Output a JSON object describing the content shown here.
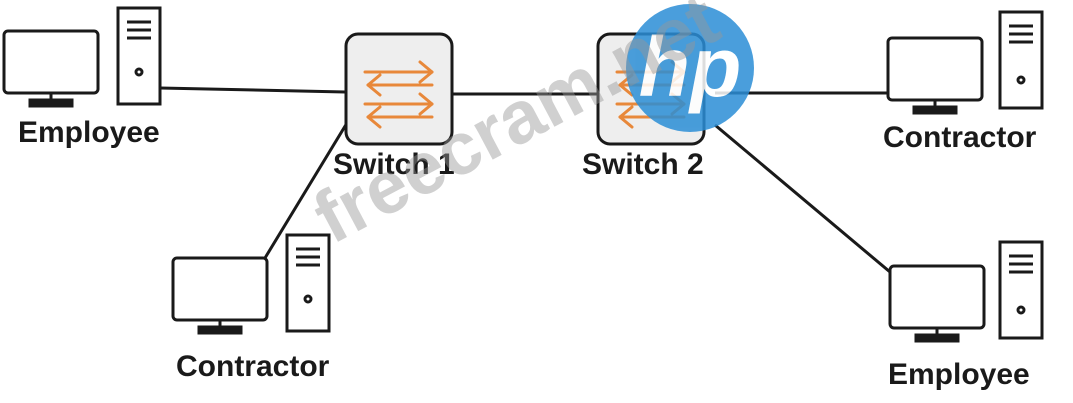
{
  "nodes": {
    "employee_left": {
      "label": "Employee"
    },
    "contractor_left": {
      "label": "Contractor"
    },
    "switch1": {
      "label": "Switch 1"
    },
    "switch2": {
      "label": "Switch 2"
    },
    "contractor_right": {
      "label": "Contractor"
    },
    "employee_right": {
      "label": "Employee"
    }
  },
  "watermark": {
    "text": "freecram.net",
    "logo_text": "hp"
  },
  "colors": {
    "line": "#1a1a1a",
    "arrow": "#e8883a",
    "switch_fill": "#eeeeee",
    "logo": "#2b8ed6"
  },
  "icons": {
    "monitor": "monitor-icon",
    "tower": "desktop-tower-icon",
    "switch": "network-switch-icon"
  }
}
